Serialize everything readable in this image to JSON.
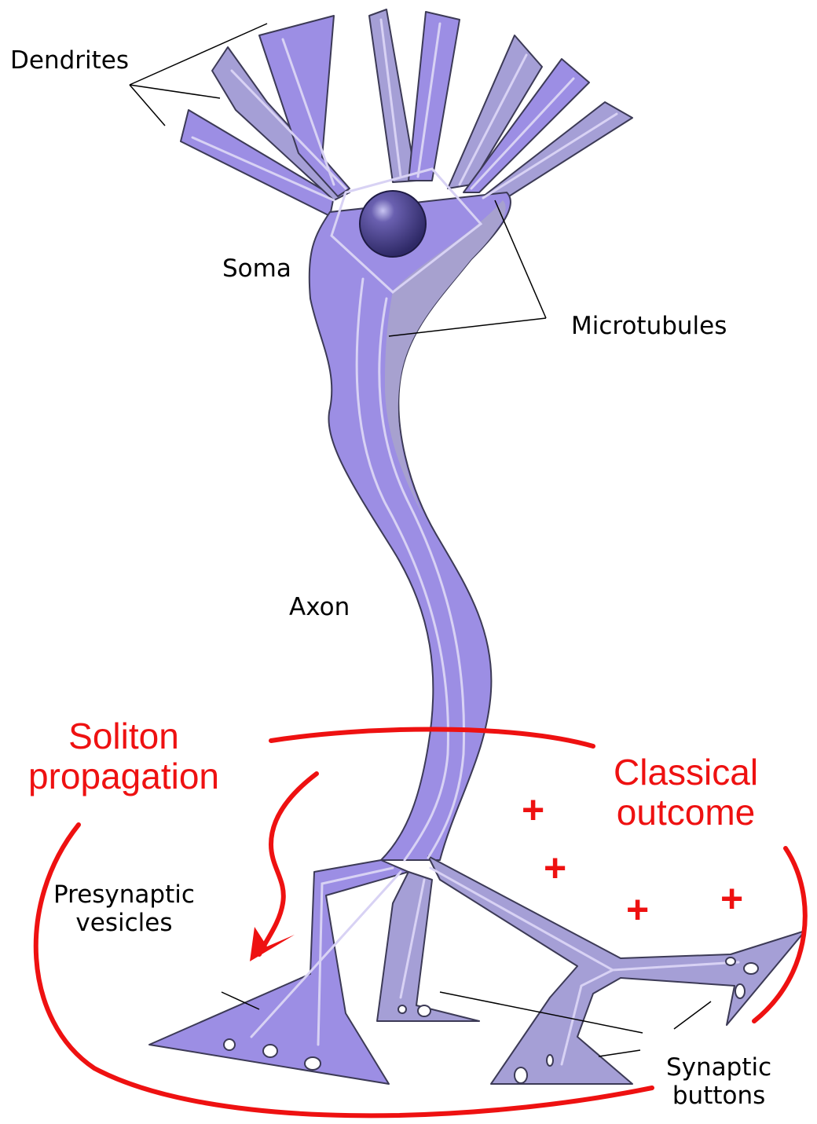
{
  "labels": {
    "dendrites": "Dendrites",
    "soma": "Soma",
    "microtubules": "Microtubules",
    "axon": "Axon",
    "presynaptic_line1": "Presynaptic",
    "presynaptic_line2": "vesicles",
    "synaptic_line1": "Synaptic",
    "synaptic_line2": "buttons"
  },
  "annotations": {
    "soliton_line1": "Soliton",
    "soliton_line2": "propagation",
    "classical_line1": "Classical",
    "classical_line2": "outcome",
    "plus_sign": "+"
  },
  "colors": {
    "cell_fill": "#9c8ee4",
    "cell_dark": "#9d98c4",
    "cell_outline": "#3c3a56",
    "microtubule": "#d8d2f4",
    "nucleus": "#3f3a7a",
    "annotation_red": "#ee1111"
  }
}
